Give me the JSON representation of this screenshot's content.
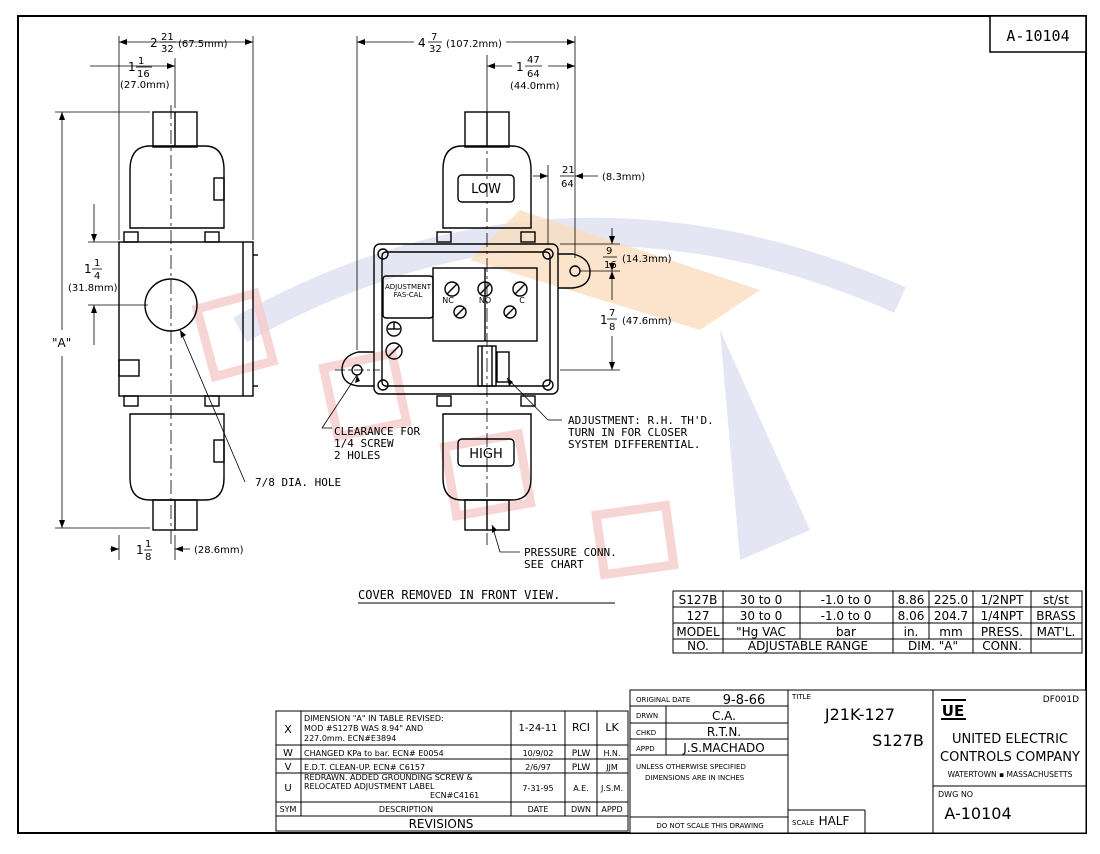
{
  "drawing_number": "A-10104",
  "left_view": {
    "dim_overall_width": "2",
    "dim_overall_width_num": "21",
    "dim_overall_width_den": "32",
    "dim_overall_width_mm": "(67.5mm)",
    "dim_center_whole": "1",
    "dim_center_num": "1",
    "dim_center_den": "16",
    "dim_center_mm": "(27.0mm)",
    "dim_hole_whole": "1",
    "dim_hole_num": "1",
    "dim_hole_den": "4",
    "dim_hole_mm": "(31.8mm)",
    "dim_a": "\"A\"",
    "dim_bottom_whole": "1",
    "dim_bottom_num": "1",
    "dim_bottom_den": "8",
    "dim_bottom_mm": "(28.6mm)",
    "hole_note": "7/8 DIA. HOLE"
  },
  "front_view": {
    "dim_width_whole": "4",
    "dim_width_num": "7",
    "dim_width_den": "32",
    "dim_width_mm": "(107.2mm)",
    "dim_half_whole": "1",
    "dim_half_num": "47",
    "dim_half_den": "64",
    "dim_half_mm": "(44.0mm)",
    "dim_small_num": "21",
    "dim_small_den": "64",
    "dim_small_mm": "(8.3mm)",
    "dim_ear_num": "9",
    "dim_ear_den": "16",
    "dim_ear_mm": "(14.3mm)",
    "dim_body_whole": "1",
    "dim_body_num": "7",
    "dim_body_den": "8",
    "dim_body_mm": "(47.6mm)",
    "label_low": "LOW",
    "label_high": "HIGH",
    "label_adjustment_tag_1": "ADJUSTMENT",
    "label_adjustment_tag_2": "FAS-CAL",
    "terminal_nc": "NC",
    "terminal_no": "NO",
    "terminal_c": "C",
    "note_clearance_1": "CLEARANCE FOR",
    "note_clearance_2": "1/4 SCREW",
    "note_clearance_3": "2 HOLES",
    "note_adjust_1": "ADJUSTMENT: R.H. TH'D.",
    "note_adjust_2": "TURN IN FOR CLOSER",
    "note_adjust_3": "SYSTEM DIFFERENTIAL.",
    "note_pressure_1": "PRESSURE CONN.",
    "note_pressure_2": "SEE CHART",
    "view_caption": "COVER REMOVED IN FRONT VIEW."
  },
  "model_table": {
    "rows": [
      [
        "S127B",
        "30 to 0",
        "-1.0 to 0",
        "8.86",
        "225.0",
        "1/2NPT",
        "st/st"
      ],
      [
        "127",
        "30 to 0",
        "-1.0 to 0",
        "8.06",
        "204.7",
        "1/4NPT",
        "BRASS"
      ],
      [
        "MODEL",
        "\"Hg VAC",
        "bar",
        "in.",
        "mm",
        "PRESS.",
        "MAT'L."
      ]
    ],
    "footer": [
      "NO.",
      "ADJUSTABLE RANGE",
      "DIM. \"A\"",
      "CONN."
    ]
  },
  "revisions": {
    "rows": [
      [
        "X",
        "DIMENSION \"A\" IN TABLE REVISED:",
        "MOD #S127B WAS 8.94\" AND",
        "227.0mm. ECN#E3894",
        "1-24-11",
        "RCI",
        "LK"
      ],
      [
        "W",
        "CHANGED KPa to bar. ECN# E0054",
        "",
        "",
        "10/9/02",
        "PLW",
        "H.N."
      ],
      [
        "V",
        "E.D.T. CLEAN-UP.  ECN# C6157",
        "",
        "",
        "2/6/97",
        "PLW",
        "JJM"
      ],
      [
        "U",
        "REDRAWN. ADDED GROUNDING SCREW &",
        "RELOCATED ADJUSTMENT LABEL",
        "ECN#C4161",
        "7-31-95",
        "A.E.",
        "J.S.M."
      ]
    ],
    "header": [
      "SYM",
      "DESCRIPTION",
      "DATE",
      "DWN",
      "APPD"
    ],
    "title": "REVISIONS"
  },
  "title_block": {
    "original_date_label": "ORIGINAL DATE",
    "original_date": "9-8-66",
    "drwn_label": "DRWN",
    "drwn": "C.A.",
    "chkd_label": "CHKD",
    "chkd": "R.T.N.",
    "appd_label": "APPD",
    "appd": "J.S.MACHADO",
    "unless_1": "UNLESS OTHERWISE SPECIFIED",
    "unless_2": "DIMENSIONS ARE IN INCHES",
    "do_not_scale": "DO NOT SCALE THIS DRAWING",
    "title_label": "TITLE",
    "title_1": "J21K-127",
    "title_2": "S127B",
    "scale_label": "SCALE",
    "scale": "HALF",
    "company_code": "DF001D",
    "company_1": "UNITED ELECTRIC",
    "company_2": "CONTROLS COMPANY",
    "company_3": "WATERTOWN ▪ MASSACHUSETTS",
    "logo_text": "UE",
    "dwg_no_label": "DWG NO",
    "dwg_no": "A-10104"
  }
}
